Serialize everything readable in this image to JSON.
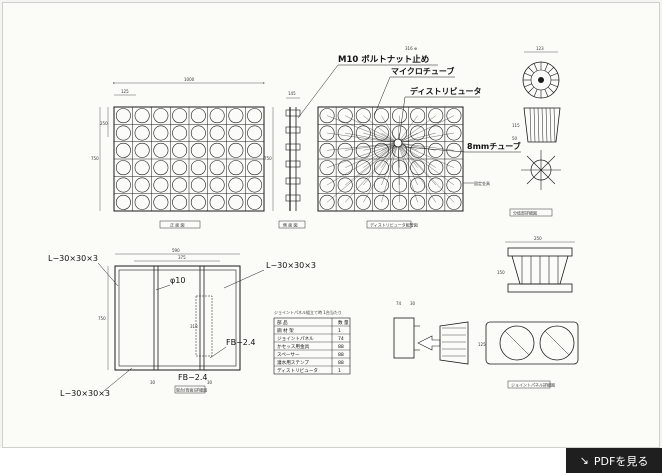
{
  "labels": {
    "bolt": "M10 ボルトナット止め",
    "micro_tube": "マイクロチューブ",
    "distributor": "ディストリビュータ",
    "tube8": "8mmチューブ",
    "angle_tl": "L−30×30×3",
    "angle_tr": "L−30×30×3",
    "angle_bl": "L−30×30×3",
    "phi": "φ10",
    "fb_right": "FB−2.4",
    "fb_bottom": "FB−2.4"
  },
  "dimensions": {
    "front_width": "1000",
    "front_left": "125",
    "front_row": "250",
    "front_height": "750",
    "side_top": "145",
    "side_height": "750",
    "top_right_w": "123",
    "top_right_h1": "115",
    "top_right_h2": "50",
    "frame_w": "590",
    "frame_inner": "375",
    "frame_h": "750",
    "frame_318": "318",
    "frame_30a": "30",
    "frame_30b": "30",
    "br_w": "250",
    "br_h1": "150",
    "br_h2": "125",
    "bl_74": "74",
    "bl_30": "30",
    "small_316": "316 ⊕"
  },
  "captions": {
    "front": "正 面 図",
    "side": "側 面 図",
    "back": "ディストリビュータ配管図",
    "top_right": "分岐部詳細図",
    "frame": "架台(背面)詳細図",
    "br": "ジョイントパネル詳細図",
    "label_right": "固定金具"
  },
  "table": {
    "title": "ジョイントパネル組立て時 1台当たり",
    "headers": [
      "部 品",
      "数 量"
    ],
    "rows": [
      [
        "鋼 材 架",
        "1"
      ],
      [
        "ジョイントパネル",
        "74"
      ],
      [
        "かセッス用金具",
        "88"
      ],
      [
        "スペーサー",
        "88"
      ],
      [
        "灌水用ステンプ",
        "88"
      ],
      [
        "ディストリビュータ",
        "1"
      ]
    ]
  },
  "button": {
    "label": "PDFを見る",
    "arrow": "↘"
  },
  "colors": {
    "line": "#1a1a1a",
    "paper": "#fbfbf8",
    "button_bg": "#1f1f1f"
  }
}
